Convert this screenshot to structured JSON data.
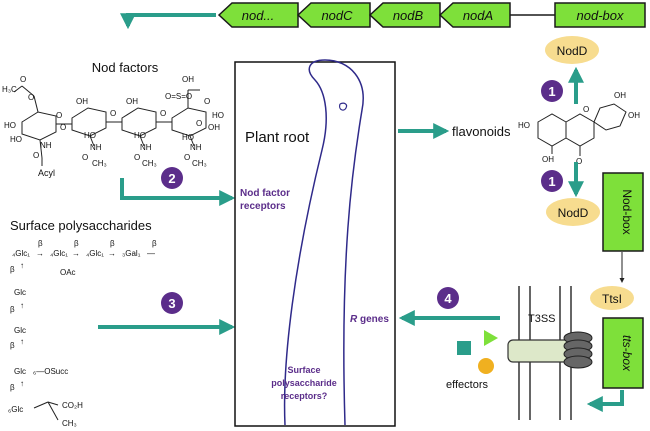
{
  "operon": {
    "genes": [
      "nod...",
      "nodC",
      "nodB",
      "nodA"
    ],
    "promoter": "nod-box"
  },
  "steps": [
    "1",
    "2",
    "3",
    "4"
  ],
  "labels": {
    "nod_factors": "Nod factors",
    "acyl": "Acyl",
    "surface_polysaccharides": "Surface polysaccharides",
    "plant_root": "Plant root",
    "nod_factor_receptors": [
      "Nod factor",
      "receptors"
    ],
    "r_genes": [
      "R",
      " genes"
    ],
    "surface_receptors": [
      "Surface",
      "polysaccharide",
      "receptors?"
    ],
    "flavonoids": "flavonoids",
    "nodD": "NodD",
    "nod_box_vertical": "Nod-box",
    "ttsi": "TtsI",
    "tts_box_vertical": "tts-box",
    "t3ss": "T3SS",
    "effectors": "effectors"
  },
  "colors": {
    "gene_fill": "#7ee03a",
    "arrow_teal": "#2a9d8a",
    "step_badge": "#5b2d8a",
    "protein_fill": "#f7dc8f",
    "receptor_text": "#5b2d8a",
    "root_outline": "#2f2a8a"
  }
}
